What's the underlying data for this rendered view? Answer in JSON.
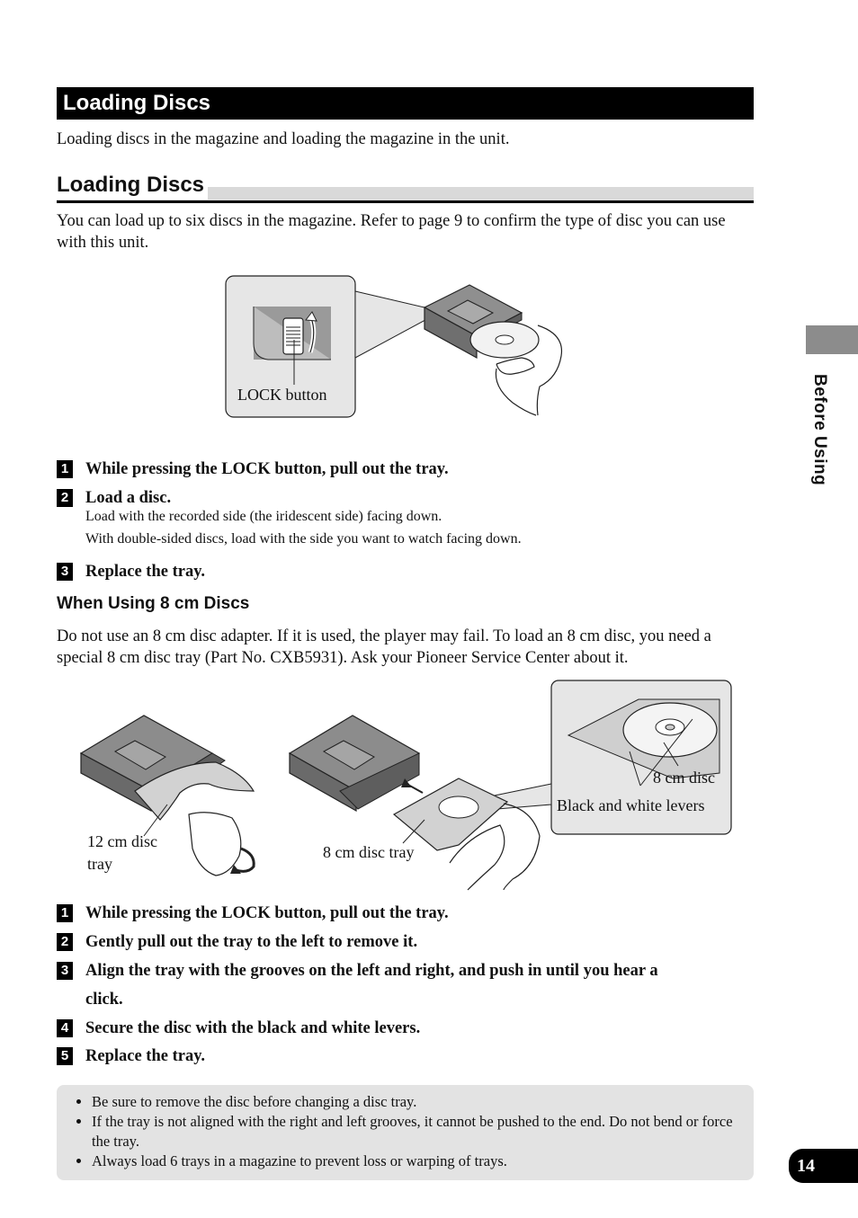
{
  "header": {
    "title": "Loading Discs"
  },
  "intro": "Loading discs in the magazine and loading the magazine in the unit.",
  "section": {
    "title": "Loading Discs",
    "body": "You can load up to six discs in the magazine. Refer to page 9 to confirm the type of disc you can use with this unit."
  },
  "figure1": {
    "lock_label": "LOCK button"
  },
  "steps_a": [
    {
      "num": "1",
      "text": "While pressing the LOCK button, pull out the tray."
    },
    {
      "num": "2",
      "text": "Load a disc.",
      "notes": [
        "Load with the recorded side (the iridescent side) facing down.",
        "With double-sided discs, load with the side you want to watch facing down."
      ]
    },
    {
      "num": "3",
      "text": "Replace the tray."
    }
  ],
  "cm8": {
    "title": "When Using 8 cm Discs",
    "body": "Do not use an 8 cm disc adapter. If it is used, the player may fail. To load an 8 cm disc, you need a special 8 cm disc tray (Part No. CXB5931). Ask your Pioneer Service Center about it."
  },
  "figure2": {
    "tray12_label_l1": "12 cm disc",
    "tray12_label_l2": "tray",
    "tray8_label": "8 cm disc tray",
    "disc8_label": "8 cm disc",
    "levers_label": "Black and white levers"
  },
  "steps_b": [
    {
      "num": "1",
      "text": "While pressing the LOCK button, pull out the tray."
    },
    {
      "num": "2",
      "text": "Gently pull out the tray to the left to remove it."
    },
    {
      "num": "3",
      "text_l1": "Align the tray with the grooves on the left and right, and push in until you hear a",
      "text_l2": "click."
    },
    {
      "num": "4",
      "text": "Secure the disc with the black and white levers."
    },
    {
      "num": "5",
      "text": "Replace the tray."
    }
  ],
  "notes": [
    "Be sure to remove the disc before changing a disc tray.",
    "If the tray is not aligned with the right and left grooves, it cannot be pushed to the end. Do not bend or force the tray.",
    "Always load 6 trays in a magazine to prevent loss or warping of trays."
  ],
  "side_tab": {
    "label": "Before Using"
  },
  "page_number": "14"
}
